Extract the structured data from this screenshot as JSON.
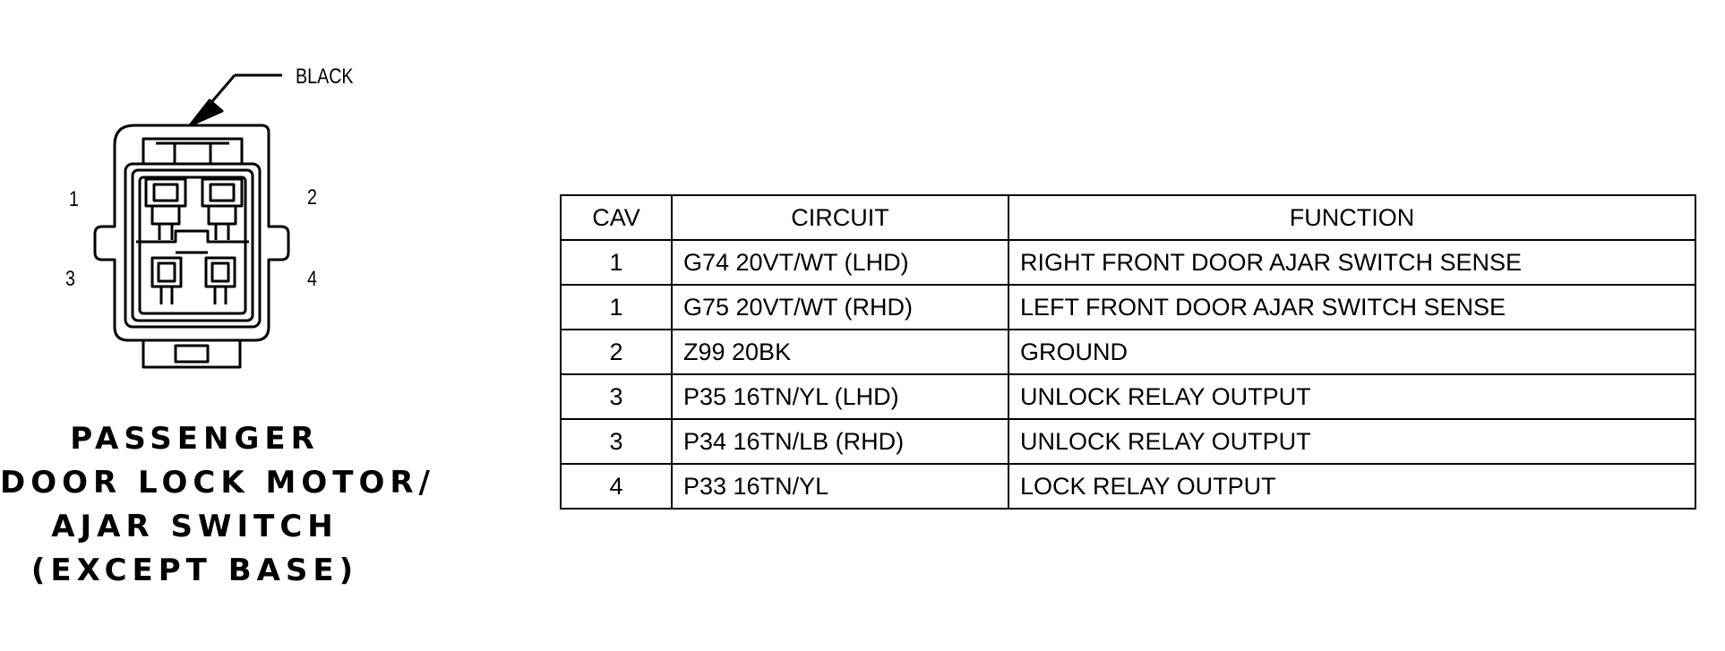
{
  "connector": {
    "color_label": "BLACK",
    "pin_labels": [
      "1",
      "2",
      "3",
      "4"
    ]
  },
  "caption_lines": [
    "PASSENGER",
    "DOOR LOCK MOTOR/",
    "AJAR SWITCH",
    "(EXCEPT BASE)"
  ],
  "table": {
    "headers": [
      "CAV",
      "CIRCUIT",
      "FUNCTION"
    ],
    "rows": [
      [
        "1",
        "G74 20VT/WT (LHD)",
        "RIGHT FRONT DOOR AJAR SWITCH SENSE"
      ],
      [
        "1",
        "G75 20VT/WT (RHD)",
        "LEFT FRONT DOOR AJAR SWITCH SENSE"
      ],
      [
        "2",
        "Z99 20BK",
        "GROUND"
      ],
      [
        "3",
        "P35 16TN/YL (LHD)",
        "UNLOCK RELAY OUTPUT"
      ],
      [
        "3",
        "P34 16TN/LB (RHD)",
        "UNLOCK RELAY OUTPUT"
      ],
      [
        "4",
        "P33 16TN/YL",
        "LOCK RELAY OUTPUT"
      ]
    ]
  }
}
